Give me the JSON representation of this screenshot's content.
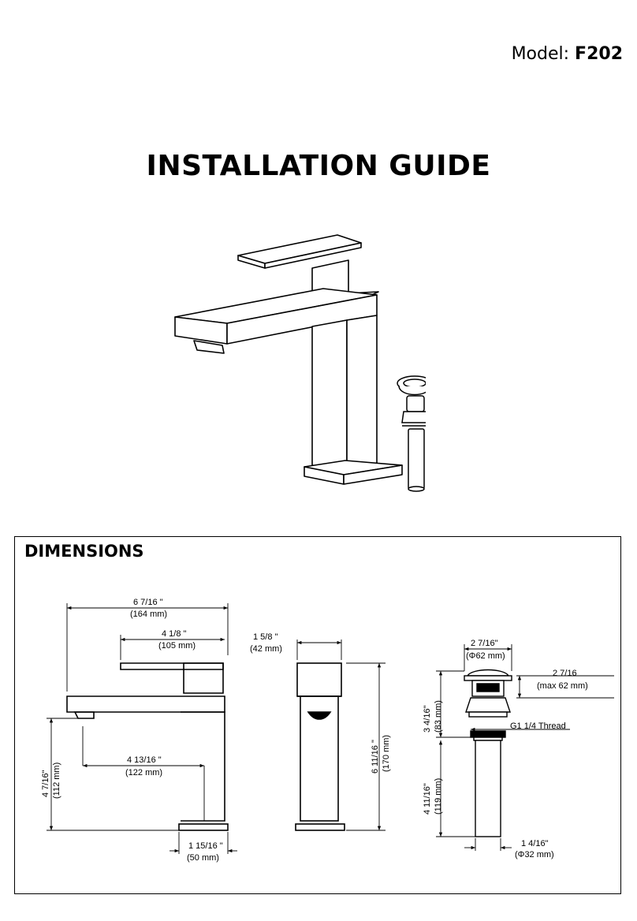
{
  "header": {
    "model_label": "Model:",
    "model_number": "F202",
    "title": "INSTALLATION GUIDE"
  },
  "illustration": {
    "faucet": "faucet-drawing",
    "drain": "pop-up-drain-drawing"
  },
  "dimensions": {
    "title": "DIMENSIONS",
    "side_view": {
      "total_length_in": "6 7/16 \"",
      "total_length_mm": "(164  mm)",
      "handle_length_in": "4 1/8 \"",
      "handle_length_mm": "(105  mm)",
      "spout_reach_in": "4 13/16 \"",
      "spout_reach_mm": "(122  mm)",
      "spout_height_in": "4 7/16\"",
      "spout_height_mm": "(112  mm)",
      "base_width_in": "1 15/16 \"",
      "base_width_mm": "(50  mm)"
    },
    "front_view": {
      "width_in": "1 5/8 \"",
      "width_mm": "(42  mm)",
      "height_in": "6 11/16 \"",
      "height_mm": "(170  mm)"
    },
    "drain_view": {
      "cap_dia_in": "2 7/16\"",
      "cap_dia_mm": "(Φ62 mm)",
      "max_thick_in": "2 7/16",
      "max_thick_mm": "(max 62 mm)",
      "upper_height_in": "3 4/16\"",
      "upper_height_mm": "(83  mm)",
      "thread": "G1 1/4 Thread",
      "lower_height_in": "4 11/16\"",
      "lower_height_mm": "(119  mm)",
      "pipe_dia_in": "1 4/16\"",
      "pipe_dia_mm": "(Φ32 mm)"
    }
  }
}
